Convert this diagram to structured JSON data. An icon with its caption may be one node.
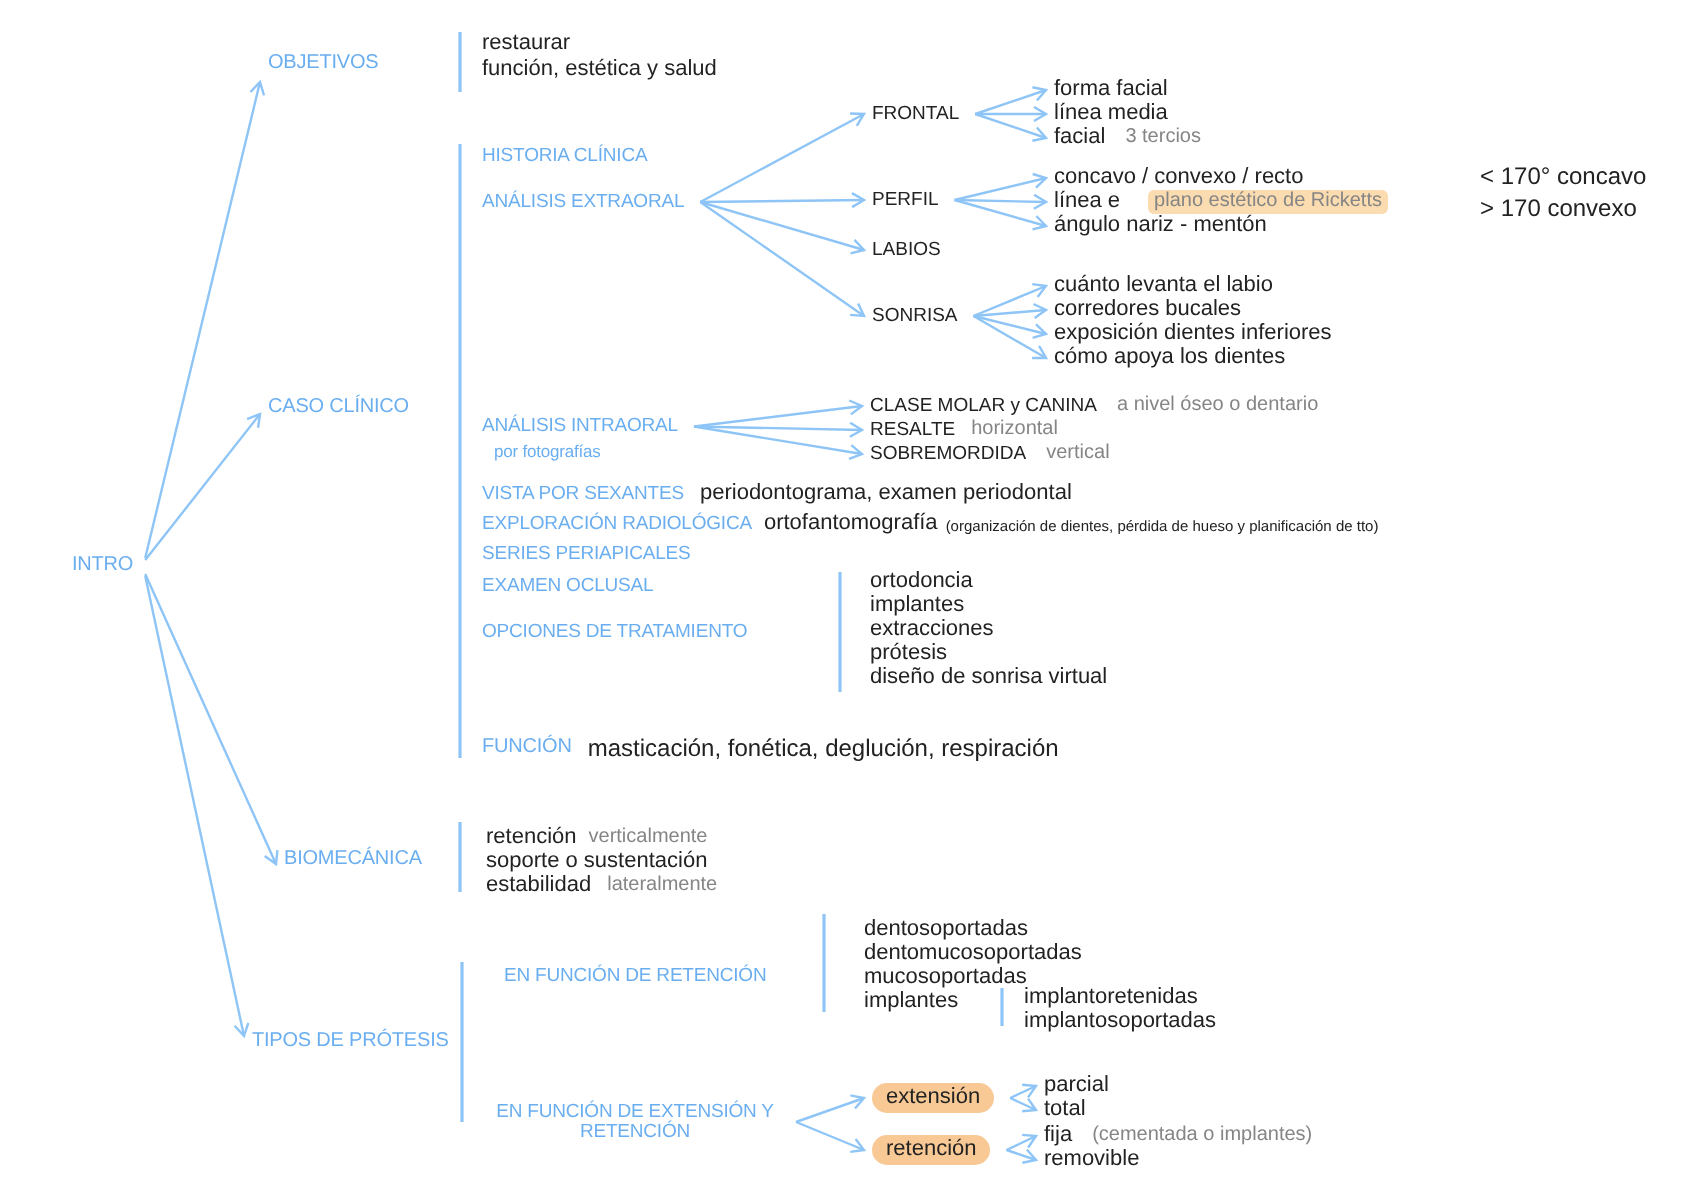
{
  "diagram": {
    "nodes": [
      {
        "text": [
          "INTRO"
        ]
      },
      {
        "text": [
          "OBJETIVOS"
        ]
      },
      {
        "text": [
          "CASO CLÍNICO"
        ]
      },
      {
        "text": [
          "BIOMECÁNICA"
        ]
      },
      {
        "text": [
          "TIPOS DE PRÓTESIS"
        ]
      },
      {
        "text": [
          "ANÁLISIS EXTRAORAL"
        ]
      },
      {
        "text": [
          "FRONTAL"
        ]
      },
      {
        "text": [
          "PERFIL"
        ]
      },
      {
        "text": [
          "LABIOS"
        ]
      },
      {
        "text": [
          "SONRISA"
        ]
      },
      {
        "text": [
          "forma facial"
        ]
      },
      {
        "text": [
          "línea media"
        ]
      },
      {
        "text": [
          "facial"
        ]
      },
      {
        "text": [
          "concavo / convexo / recto"
        ]
      },
      {
        "text": [
          "línea e"
        ]
      },
      {
        "text": [
          "ángulo nariz - mentón"
        ]
      },
      {
        "text": [
          "cuánto levanta el labio"
        ]
      },
      {
        "text": [
          "corredores bucales"
        ]
      },
      {
        "text": [
          "exposición dientes inferiores"
        ]
      },
      {
        "text": [
          "cómo apoya los dientes"
        ]
      },
      {
        "text": [
          "ANÁLISIS INTRAORAL",
          "por fotografías"
        ]
      },
      {
        "text": [
          "CLASE MOLAR y CANINA"
        ],
        "beside": [
          "a nivel óseo o dentario"
        ]
      },
      {
        "text": [
          "RESALTE"
        ]
      },
      {
        "text": [
          "SOBREMORDIDA"
        ],
        "beside": [
          "vertical"
        ]
      },
      {
        "text": [
          "EN FUNCIÓN DE EXTENSIÓN Y RETENCIÓN"
        ]
      },
      {
        "text": [
          "extensión"
        ]
      },
      {
        "text": [
          "retención"
        ]
      },
      {
        "text": [
          "parcial"
        ]
      },
      {
        "text": [
          "total"
        ]
      },
      {
        "text": [
          "fija"
        ]
      },
      {
        "text": [
          "removible"
        ]
      }
    ],
    "edges": [
      {
        "from": 0,
        "to": 1,
        "arrow": "to"
      },
      {
        "from": 0,
        "to": 2,
        "arrow": "to"
      },
      {
        "from": 0,
        "to": 3,
        "arrow": "to"
      },
      {
        "from": 0,
        "to": 4,
        "arrow": "to"
      },
      {
        "from": 5,
        "to": 6,
        "arrow": "to"
      },
      {
        "from": 5,
        "to": 7,
        "arrow": "to"
      },
      {
        "from": 5,
        "to": 8,
        "arrow": "to"
      },
      {
        "from": 5,
        "to": 9,
        "arrow": "to"
      },
      {
        "from": 6,
        "to": 10,
        "arrow": "to"
      },
      {
        "from": 6,
        "to": 11,
        "arrow": "to"
      },
      {
        "from": 6,
        "to": 12,
        "arrow": "to"
      },
      {
        "from": 7,
        "to": 13,
        "arrow": "to"
      },
      {
        "from": 7,
        "to": 14,
        "arrow": "to"
      },
      {
        "from": 7,
        "to": 15,
        "arrow": "to"
      },
      {
        "from": 9,
        "to": 16,
        "arrow": "to"
      },
      {
        "from": 9,
        "to": 17,
        "arrow": "to"
      },
      {
        "from": 9,
        "to": 18,
        "arrow": "to"
      },
      {
        "from": 9,
        "to": 19,
        "arrow": "to"
      },
      {
        "from": 20,
        "to": 21,
        "arrow": "to"
      },
      {
        "from": 20,
        "to": 22,
        "arrow": "to"
      },
      {
        "from": 20,
        "to": 23,
        "arrow": "to"
      },
      {
        "from": 24,
        "to": 25,
        "arrow": "to"
      },
      {
        "from": 24,
        "to": 26,
        "arrow": "to"
      },
      {
        "from": 25,
        "to": 27,
        "arrow": "to"
      },
      {
        "from": 25,
        "to": 28,
        "arrow": "to"
      },
      {
        "from": 26,
        "to": 29,
        "arrow": "to"
      },
      {
        "from": 26,
        "to": 30,
        "arrow": "to"
      }
    ],
    "labels": [
      "restaurar",
      "función, estética y salud",
      "3 tercios",
      "HISTORIA CLÍNICA",
      "< 170° concavo",
      "plano estético de Ricketts",
      "> 170 convexo",
      "horizontal",
      "VISTA POR SEXANTES",
      "periodontograma, examen periodontal",
      "EXPLORACIÓN RADIOLÓGICA",
      "ortofantomografía",
      "(organización de dientes, pérdida de hueso y planificación de tto)",
      "SERIES PERIAPICALES",
      "EXAMEN OCLUSAL",
      "OPCIONES DE TRATAMIENTO",
      "ortodoncia",
      "implantes",
      "extracciones",
      "prótesis",
      "diseño de sonrisa virtual",
      "FUNCIÓN",
      "masticación, fonética, deglución, respiración",
      "retención",
      "verticalmente",
      "soporte o sustentación",
      "estabilidad",
      "lateralmente",
      "EN FUNCIÓN DE RETENCIÓN",
      "dentosoportadas",
      "dentomucosoportadas",
      "mucosoportadas",
      "implantes",
      "implantoretenidas",
      "implantosoportadas",
      "(cementada o implantes)"
    ]
  }
}
